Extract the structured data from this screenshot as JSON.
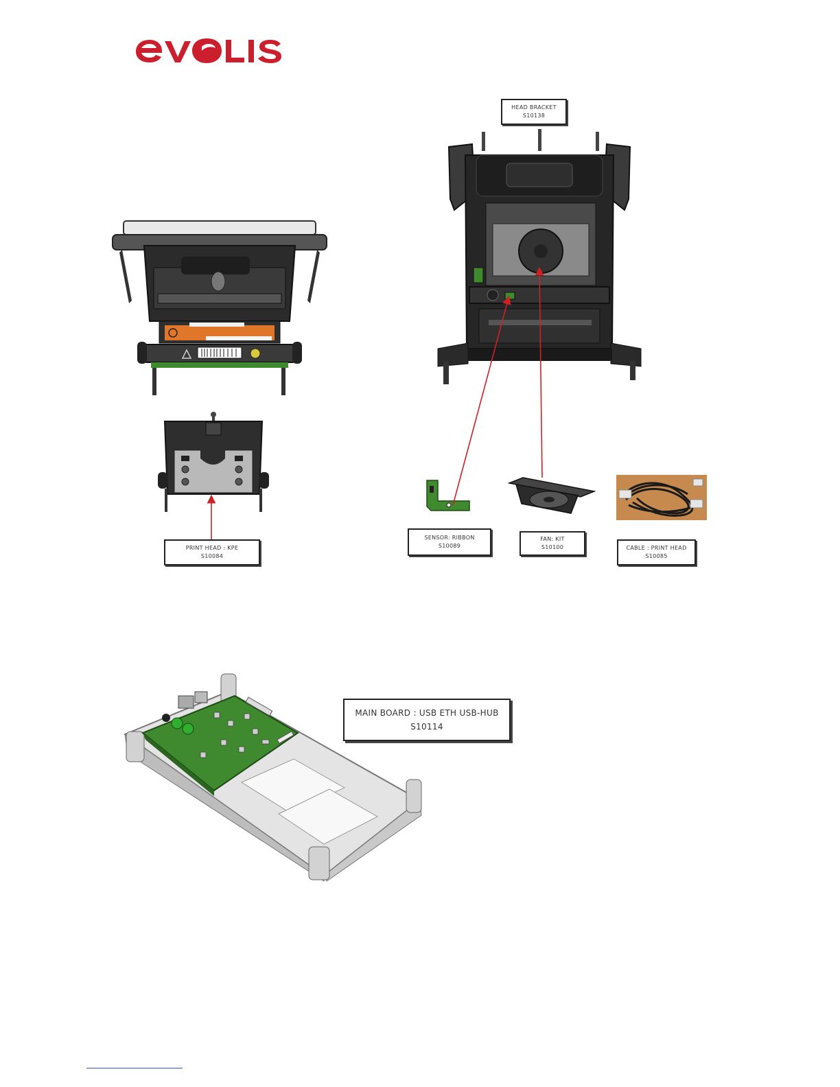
{
  "brand": {
    "logo_text": "EVOLIS",
    "color": "#cc1f2e"
  },
  "callouts": {
    "head_bracket": {
      "name": "HEAD BRACKET",
      "ref": "S10138"
    },
    "print_head": {
      "name": "PRINT HEAD : KPE",
      "ref": "S10084"
    },
    "sensor_ribbon": {
      "name": "SENSOR: RIBBON",
      "ref": "S10089"
    },
    "fan_kit": {
      "name": "FAN: KIT",
      "ref": "S10100"
    },
    "cable_print_head": {
      "name": "CABLE : PRINT HEAD",
      "ref": "S10085"
    },
    "main_board": {
      "name": "MAIN BOARD : USB ETH USB-HUB",
      "ref": "S10114"
    }
  },
  "icons": [
    "printer-mechanism-front-image",
    "head-bracket-image",
    "print-head-image",
    "sensor-ribbon-image",
    "fan-kit-image",
    "cable-image",
    "main-board-image"
  ],
  "colors": {
    "arrow": "#cc2222",
    "pcb": "#3f8a2e",
    "frame": "#2b2b2b",
    "tray": "#d8d8d8"
  }
}
